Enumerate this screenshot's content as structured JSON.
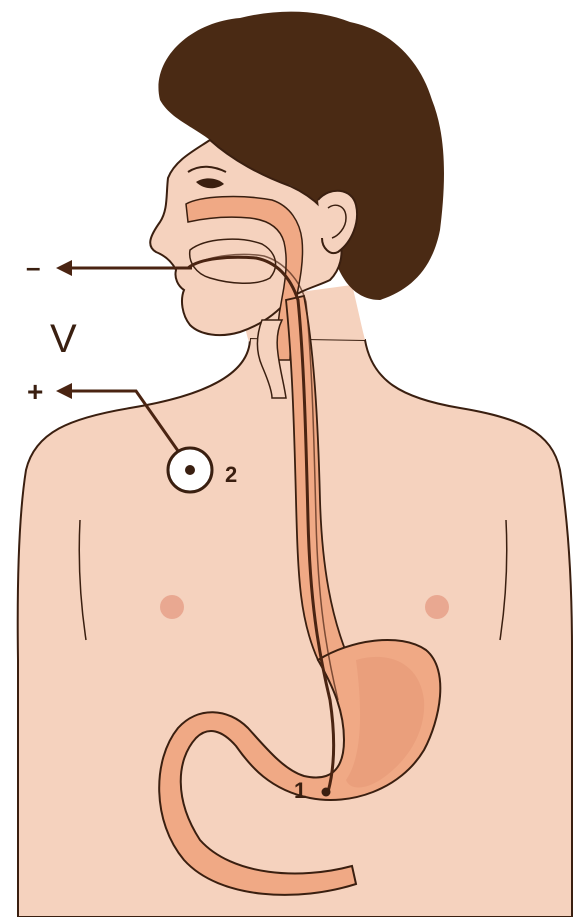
{
  "labels": {
    "minus": "–",
    "plus": "+",
    "voltage": "V",
    "electrode_1": "1",
    "electrode_2": "2"
  },
  "colors": {
    "skin": "#f5d2be",
    "skin_outline": "#3a1f10",
    "hair": "#4a2a14",
    "organ": "#f0a985",
    "organ_shadow": "#e08c6c",
    "tube": "#4a2412",
    "nipple": "#e6a18a"
  }
}
